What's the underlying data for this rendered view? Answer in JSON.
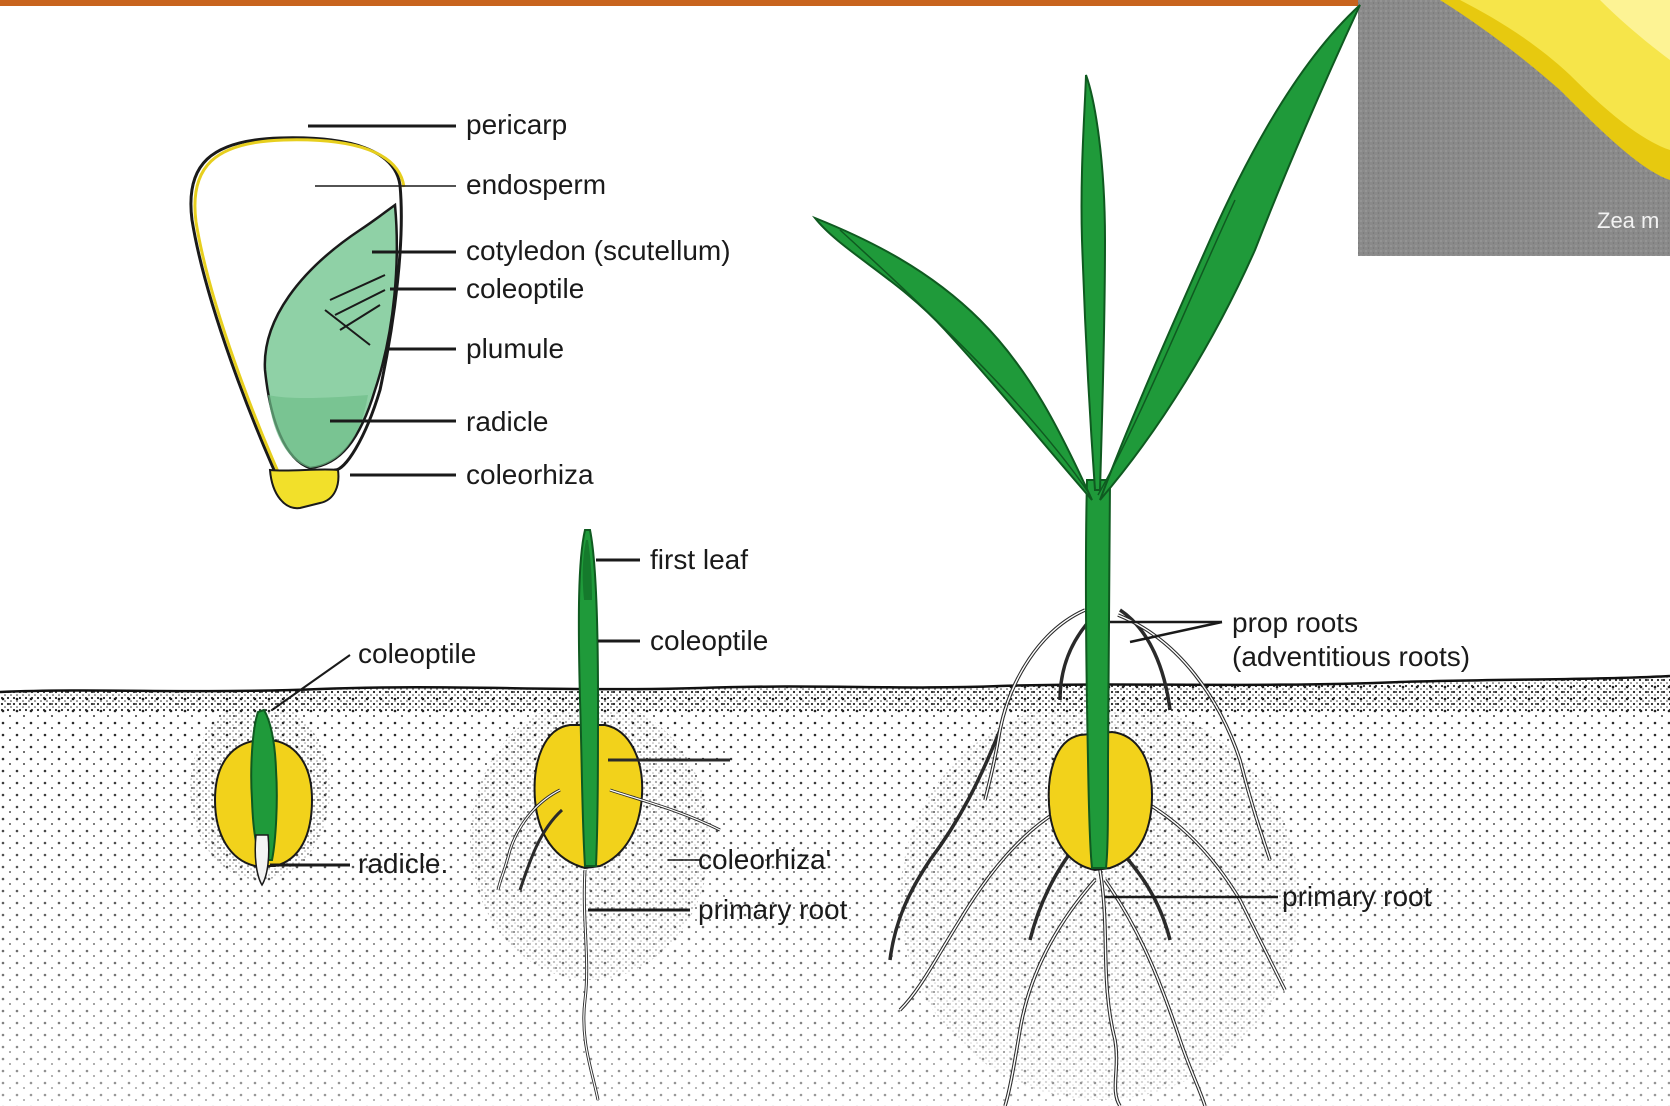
{
  "seed_labels": {
    "pericarp": "pericarp",
    "endosperm": "endosperm",
    "cotyledon": "cotyledon (scutellum)",
    "coleoptile": "coleoptile",
    "plumule": "plumule",
    "radicle": "radicle",
    "coleorhiza": "coleorhiza"
  },
  "stage1_labels": {
    "coleoptile": "coleoptile",
    "radicle": "radicle."
  },
  "stage2_labels": {
    "first_leaf": "first leaf",
    "coleoptile": "coleoptile",
    "coleorhiza": "coleorhiza'",
    "primary_root": "primary root"
  },
  "stage3_labels": {
    "prop_roots_line1": "prop roots",
    "prop_roots_line2": "(adventitious roots)",
    "primary_root": "primary root"
  },
  "photo": {
    "caption": "Zea m"
  },
  "colors": {
    "top_bar": "#c8641e",
    "leaf_green": "#1f9a3a",
    "embryo_green": "#8fd1a6",
    "kernel_yellow": "#f2d21b",
    "photo_bg": "#8a8a8a"
  }
}
